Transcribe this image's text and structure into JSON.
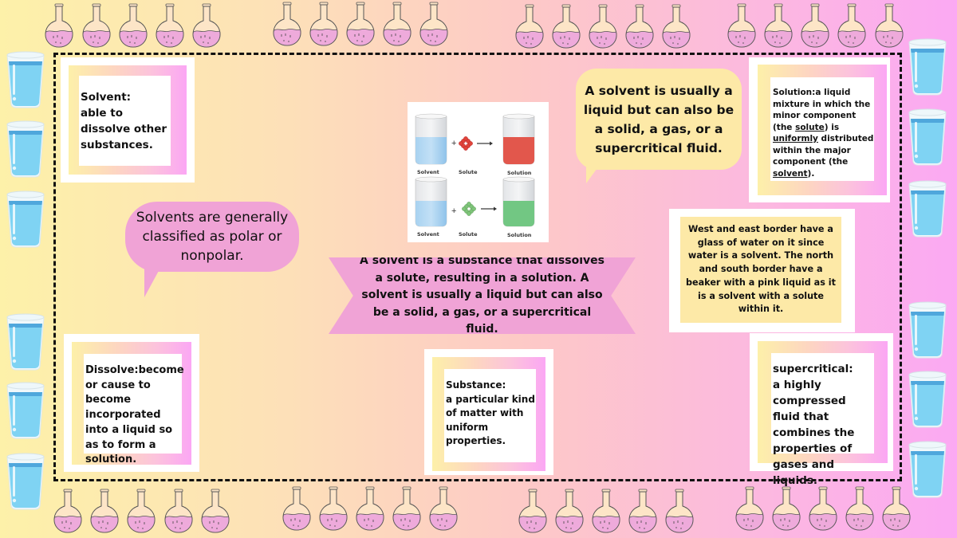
{
  "definitions": {
    "solvent": {
      "term": "Solvent:",
      "text": "able to\ndissolve other\nsubstances."
    },
    "solution": {
      "prefix": "Solution:a liquid mixture in which the minor component (the ",
      "solute_word": "solute",
      "mid1": ") is ",
      "uniformly_word": "uniformly",
      "mid2": " distributed within the major component (the ",
      "solvent_word": "solvent",
      "suffix": ")."
    },
    "dissolve": {
      "text": "Dissolve:become or cause to become incorporated into a liquid so as to form a solution."
    },
    "substance": {
      "term": "Substance:",
      "text": "a particular kind of matter with uniform properties."
    },
    "supercritical": {
      "term": "supercritical:",
      "text": "a highly compressed fluid that combines the properties of gases and liquids."
    }
  },
  "bubbles": {
    "yellow": "A solvent is usually a liquid but can also be a solid, a gas, or a supercritical fluid.",
    "pink": "Solvents are generally classified as polar or nonpolar."
  },
  "ribbon": "A solvent is a substance that dissolves a solute, resulting in a solution. A solvent is usually a liquid but can also be a solid, a gas, or a supercritical fluid.",
  "info_box": "West and east border have a glass of water on it since water is a solvent. The north and south border have a beaker with a pink liquid as it is a solvent with a solute within it.",
  "diagram": {
    "rows": [
      {
        "solvent_label": "Solvent",
        "solute_label": "Solute",
        "solution_label": "Solution",
        "solute_color": "#e0443a",
        "solution_color": "#e2574c"
      },
      {
        "solvent_label": "Solvent",
        "solute_label": "Solute",
        "solution_label": "Solution",
        "solute_color": "#7fc57a",
        "solution_color": "#72c783"
      }
    ],
    "plus": "+",
    "arrow": "→"
  },
  "colors": {
    "bubble_pink": "#f0a3d6",
    "bubble_yellow": "#fde9a7",
    "water": "#7fd3f3",
    "flask_liquid": "#eeaadb"
  },
  "icons": {
    "flask": "round-bottom-flask-icon",
    "glass": "water-glass-icon"
  }
}
